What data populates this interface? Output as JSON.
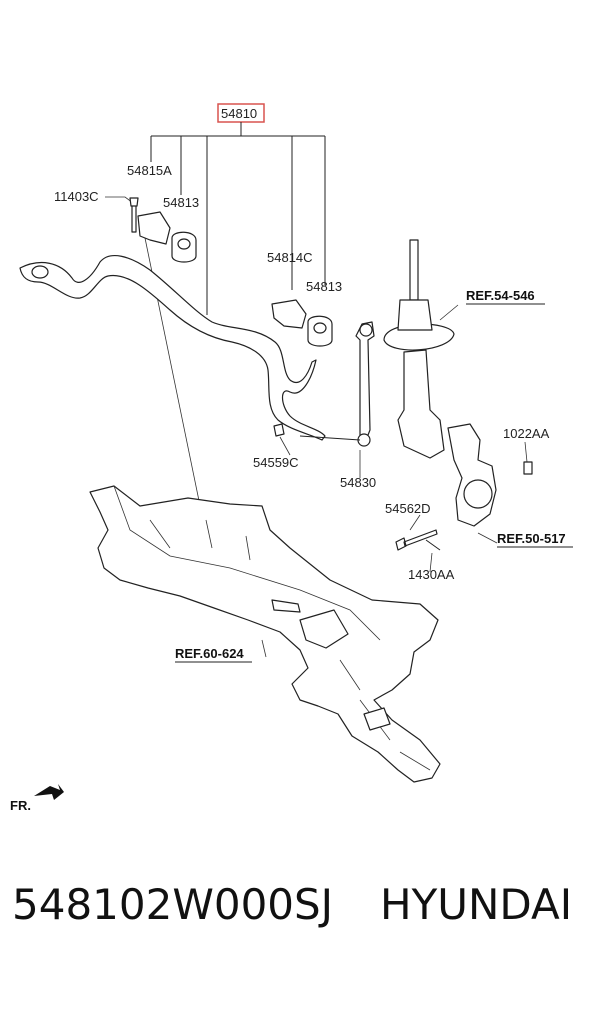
{
  "diagram": {
    "main_part": "54810",
    "main_part_box_color": "#d9534f",
    "labels": {
      "p54815A": "54815A",
      "p11403C": "11403C",
      "p54813a": "54813",
      "p54814C": "54814C",
      "p54813b": "54813",
      "p54559C": "54559C",
      "p54830": "54830",
      "p1022AA": "1022AA",
      "p54562D": "54562D",
      "p1430AA": "1430AA"
    },
    "refs": {
      "r54546": "REF.54-546",
      "r50517": "REF.50-517",
      "r60624": "REF.60-624"
    },
    "front_label": "FR."
  },
  "caption": {
    "part_number": "548102W000SJ",
    "brand": "HYUNDAI"
  }
}
